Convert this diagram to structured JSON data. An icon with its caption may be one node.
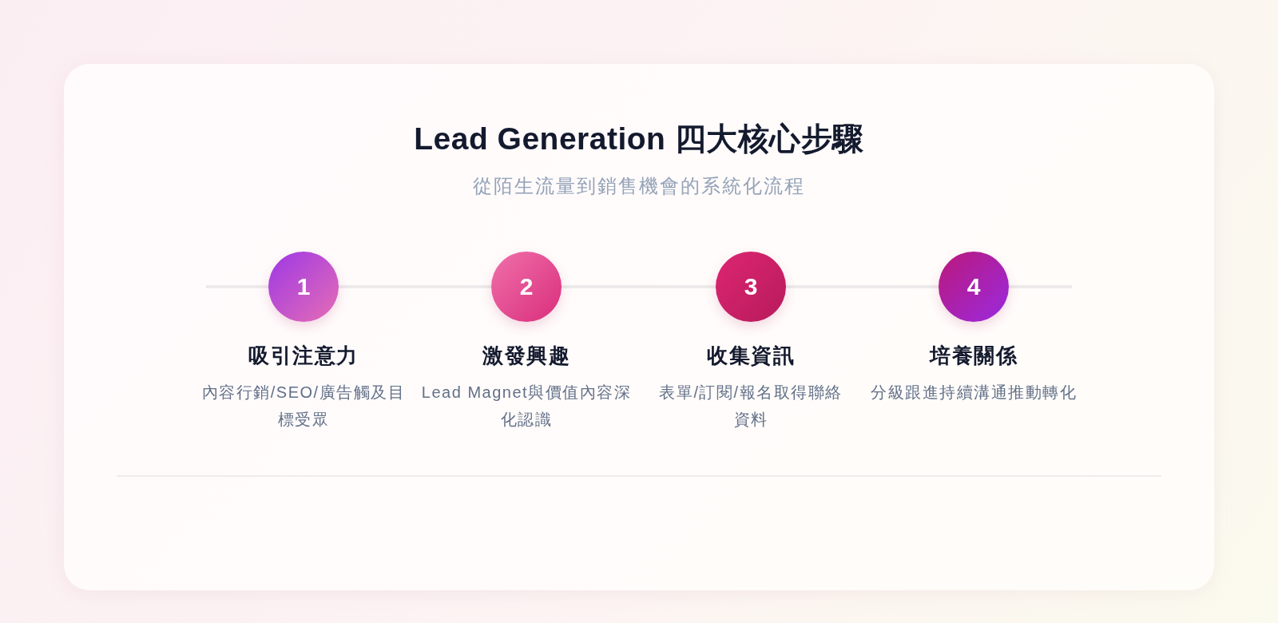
{
  "diagram": {
    "title": "Lead Generation 四大核心步驟",
    "nodes": [
      {
        "text": [
          "1"
        ],
        "beside": [
          "吸引注意力",
          "內容行銷/SEO/廣告觸及目標受眾"
        ]
      },
      {
        "text": [
          "2"
        ],
        "beside": [
          "激發興趣",
          "Lead Magnet與價值內容深化認識"
        ]
      },
      {
        "text": [
          "3"
        ],
        "beside": [
          "收集資訊",
          "表單/訂閱/報名取得聯絡資料"
        ]
      },
      {
        "text": [
          "4"
        ],
        "beside": [
          "培養關係",
          "分級跟進持續溝通推動轉化"
        ]
      }
    ],
    "labels": [
      "從陌生流量到銷售機會的系統化流程"
    ]
  }
}
